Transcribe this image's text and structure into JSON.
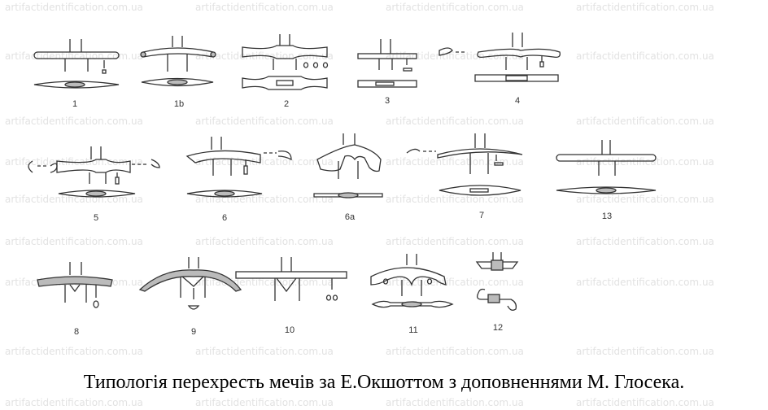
{
  "watermark": "artifactidentification.com.ua",
  "caption": "Типологія перехресть мечів за Е.Окшоттом з доповненнями М. Глосека.",
  "types": [
    {
      "id": "1",
      "label": "1"
    },
    {
      "id": "1b",
      "label": "1b"
    },
    {
      "id": "2",
      "label": "2"
    },
    {
      "id": "3",
      "label": "3"
    },
    {
      "id": "4",
      "label": "4"
    },
    {
      "id": "5",
      "label": "5"
    },
    {
      "id": "6",
      "label": "6"
    },
    {
      "id": "6a",
      "label": "6a"
    },
    {
      "id": "7",
      "label": "7"
    },
    {
      "id": "13",
      "label": "13"
    },
    {
      "id": "8",
      "label": "8"
    },
    {
      "id": "9",
      "label": "9"
    },
    {
      "id": "10",
      "label": "10"
    },
    {
      "id": "11",
      "label": "11"
    },
    {
      "id": "12",
      "label": "12"
    }
  ]
}
